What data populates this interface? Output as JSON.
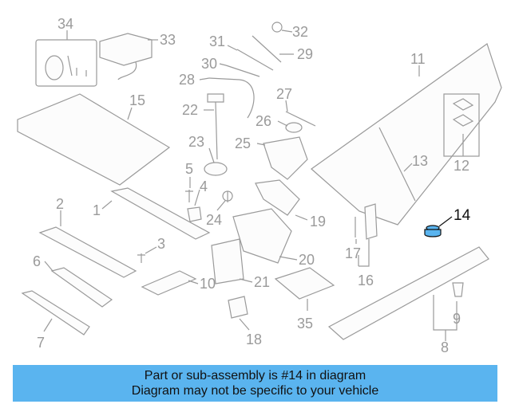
{
  "diagram": {
    "highlight_color": "#5ab4ef",
    "callouts": [
      {
        "id": "c34",
        "text": "34"
      },
      {
        "id": "c33",
        "text": "33"
      },
      {
        "id": "c32",
        "text": "32"
      },
      {
        "id": "c31",
        "text": "31"
      },
      {
        "id": "c29",
        "text": "29"
      },
      {
        "id": "c30",
        "text": "30"
      },
      {
        "id": "c28",
        "text": "28"
      },
      {
        "id": "c22",
        "text": "22"
      },
      {
        "id": "c27",
        "text": "27"
      },
      {
        "id": "c26",
        "text": "26"
      },
      {
        "id": "c15",
        "text": "15"
      },
      {
        "id": "c23",
        "text": "23"
      },
      {
        "id": "c25",
        "text": "25"
      },
      {
        "id": "c11",
        "text": "11"
      },
      {
        "id": "c13",
        "text": "13"
      },
      {
        "id": "c12",
        "text": "12"
      },
      {
        "id": "c5",
        "text": "5"
      },
      {
        "id": "c4",
        "text": "4"
      },
      {
        "id": "c24",
        "text": "24"
      },
      {
        "id": "c1",
        "text": "1"
      },
      {
        "id": "c2",
        "text": "2"
      },
      {
        "id": "c19",
        "text": "19"
      },
      {
        "id": "c14",
        "text": "14"
      },
      {
        "id": "c3",
        "text": "3"
      },
      {
        "id": "c17",
        "text": "17"
      },
      {
        "id": "c6",
        "text": "6"
      },
      {
        "id": "c20",
        "text": "20"
      },
      {
        "id": "c16",
        "text": "16"
      },
      {
        "id": "c10",
        "text": "10"
      },
      {
        "id": "c21",
        "text": "21"
      },
      {
        "id": "c9",
        "text": "9"
      },
      {
        "id": "c7",
        "text": "7"
      },
      {
        "id": "c35",
        "text": "35"
      },
      {
        "id": "c18",
        "text": "18"
      },
      {
        "id": "c8",
        "text": "8"
      }
    ]
  },
  "banner": {
    "line1": "Part or sub-assembly is #14 in diagram",
    "line2": "Diagram may not be specific to your vehicle"
  }
}
